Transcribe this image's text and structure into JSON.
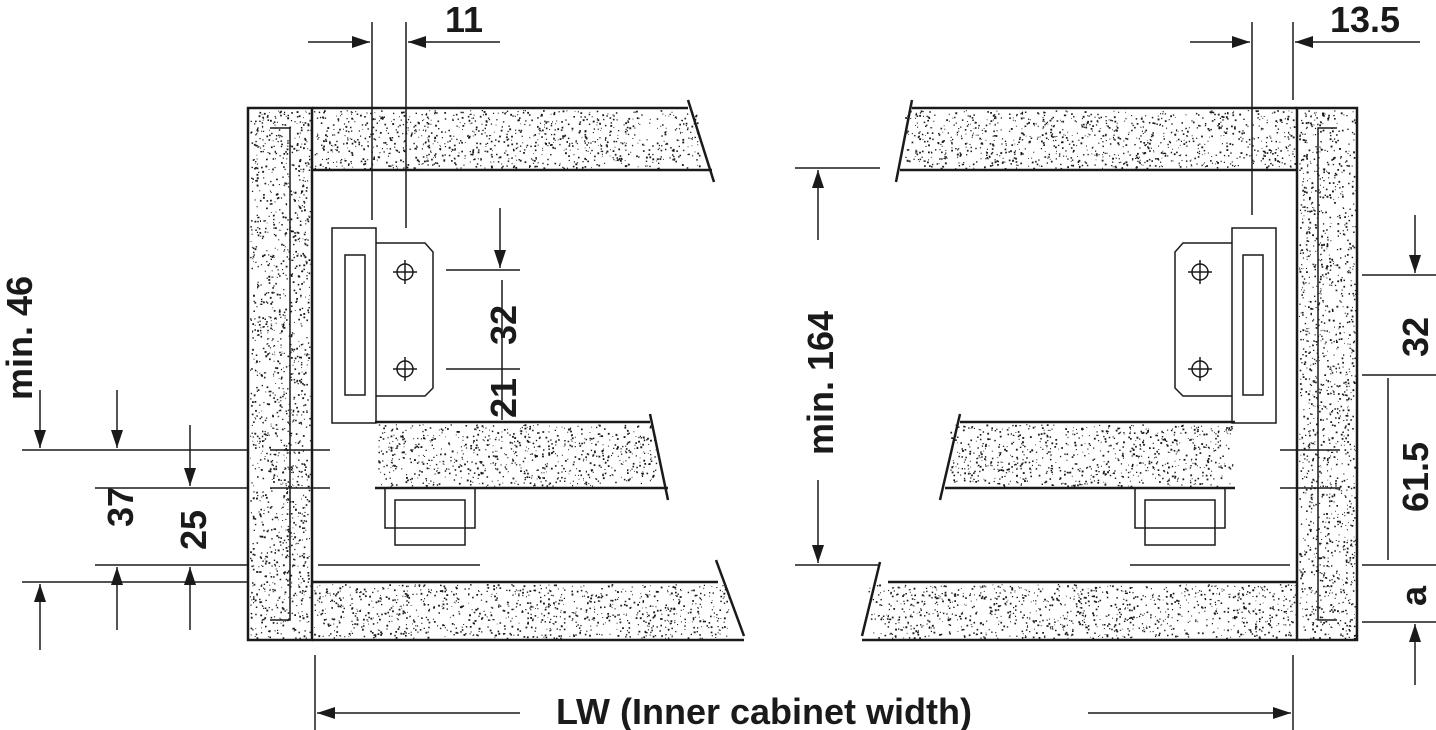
{
  "dimensions": {
    "left_top_gap": "11",
    "right_top_gap": "13.5",
    "left_min_height": "min. 46",
    "left_hole_spacing": "32",
    "left_hole_offset": "21",
    "center_min_height": "min. 164",
    "left_37": "37",
    "left_25": "25",
    "right_hole_spacing": "32",
    "right_61_5": "61.5",
    "right_a": "a",
    "width_label": "LW (Inner cabinet width)"
  },
  "colors": {
    "ink": "#1a1a1a",
    "background": "#ffffff"
  }
}
